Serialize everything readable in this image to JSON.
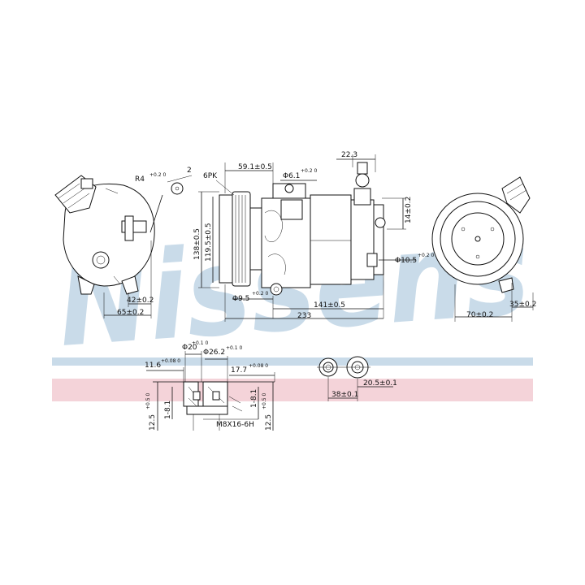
{
  "watermark": {
    "text": "Nissens",
    "color": "#c9dbe9"
  },
  "bands": {
    "blue": "#c9dbe9",
    "pink": "#f4d3d9"
  },
  "labels": {
    "r4": "R4",
    "r4_tol": "+0.2 0",
    "two": "2",
    "dim_42": "42±0.2",
    "dim_65": "65±0.2",
    "belt": "6PK",
    "dim_59": "59.1±0.5",
    "dim_6_1": "Φ6.1",
    "dim_6_1_tol": "+0.2 0",
    "dim_22_3": "22.3",
    "dim_138": "138±0.5",
    "dim_119": "119.5±0.5",
    "dim_9_5": "Φ9.5",
    "dim_9_5_tol": "+0.2 0",
    "dim_141": "141±0.5",
    "dim_233": "233",
    "dim_14": "14±0.2",
    "dim_10_5": "Φ10.5",
    "dim_10_5_tol": "+0.2 0",
    "dim_70": "70±0.2",
    "dim_35": "35±0.2",
    "dim_11_6": "11.6",
    "dim_11_6_tol": "+0.08 0",
    "dim_20": "Φ20",
    "dim_20_tol": "+0.1 0",
    "dim_26_2": "Φ26.2",
    "dim_26_2_tol": "+0.1 0",
    "dim_17_7": "17.7",
    "dim_17_7_tol": "+0.08 0",
    "dim_12_5a": "12.5",
    "dim_12_5a_tol": "+0.5 0",
    "dim_1_8a": "1-8.1",
    "thread": "M8X16-6H",
    "dim_1_8b": "1-8.1",
    "dim_12_5b": "12.5",
    "dim_12_5b_tol": "+0.5 0",
    "dim_38": "38±0.1",
    "dim_20_5": "20.5±0.1"
  }
}
